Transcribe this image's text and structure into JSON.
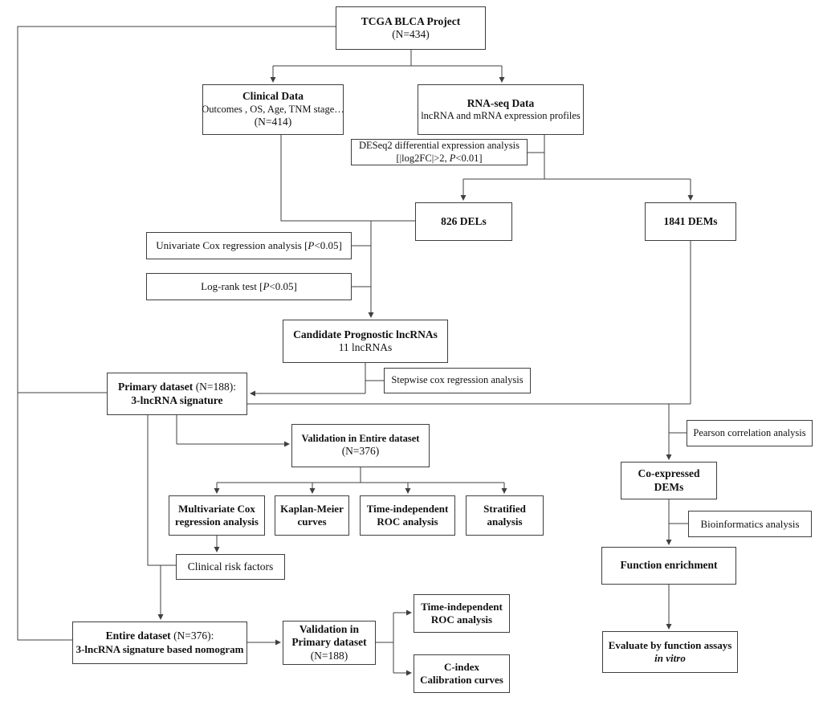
{
  "figure": {
    "background": "#ffffff",
    "line_color": "#3f3f3f",
    "box_border_color": "#3e3e3e"
  },
  "nodes": {
    "tcga": {
      "title": "TCGA BLCA Project",
      "subtitle": "(N=434)"
    },
    "clinical": {
      "title": "Clinical Data",
      "line2": "Outcomes , OS, Age, TNM stage…",
      "line3": "(N=414)"
    },
    "rnaseq": {
      "title": "RNA-seq Data",
      "line2": "lncRNA and mRNA expression profiles"
    },
    "deseq2": {
      "line1": "DESeq2 differential expression analysis",
      "line2_pre": "[|log2FC|>2, ",
      "line2_italic": "P",
      "line2_post": "<0.01]"
    },
    "dels": {
      "title": "826 DELs"
    },
    "dems": {
      "title": "1841 DEMs"
    },
    "univariate": {
      "pre": "Univariate Cox regression analysis [",
      "italic": "P",
      "post": "<0.05]"
    },
    "logrank": {
      "pre": "Log-rank test [",
      "italic": "P",
      "post": "<0.05]"
    },
    "candidate": {
      "title": "Candidate Prognostic lncRNAs",
      "subtitle": "11 lncRNAs"
    },
    "stepwise": {
      "title": "Stepwise cox regression analysis"
    },
    "primary": {
      "bold1": "Primary dataset",
      "normal1": " (N=188):",
      "line2": "3-lncRNA signature"
    },
    "valentire": {
      "title": "Validation in Entire dataset",
      "subtitle": "(N=376)"
    },
    "multivariate": {
      "line1": "Multivariate Cox",
      "line2": "regression analysis"
    },
    "kaplan": {
      "line1": "Kaplan-Meier",
      "line2": "curves"
    },
    "roc_entire": {
      "line1": "Time-independent",
      "line2": "ROC analysis"
    },
    "stratified": {
      "line1": "Stratified",
      "line2": "analysis"
    },
    "riskfactors": {
      "title": "Clinical risk factors"
    },
    "entire": {
      "bold1": "Entire dataset",
      "normal1": " (N=376):",
      "line2": "3-lncRNA signature based nomogram"
    },
    "valprimary": {
      "line1": "Validation in",
      "line2": "Primary dataset",
      "line3": "(N=188)"
    },
    "roc_primary": {
      "line1": "Time-independent",
      "line2": "ROC analysis"
    },
    "cindex": {
      "line1": "C-index",
      "line2": "Calibration curves"
    },
    "pearson": {
      "title": "Pearson correlation analysis"
    },
    "coexpressed": {
      "line1": "Co-expressed",
      "line2": "DEMs"
    },
    "bioinformatics": {
      "title": "Bioinformatics analysis"
    },
    "enrichment": {
      "title": "Function enrichment"
    },
    "evaluate": {
      "line1": "Evaluate by function assays",
      "line2_italic": "in vitro"
    }
  }
}
